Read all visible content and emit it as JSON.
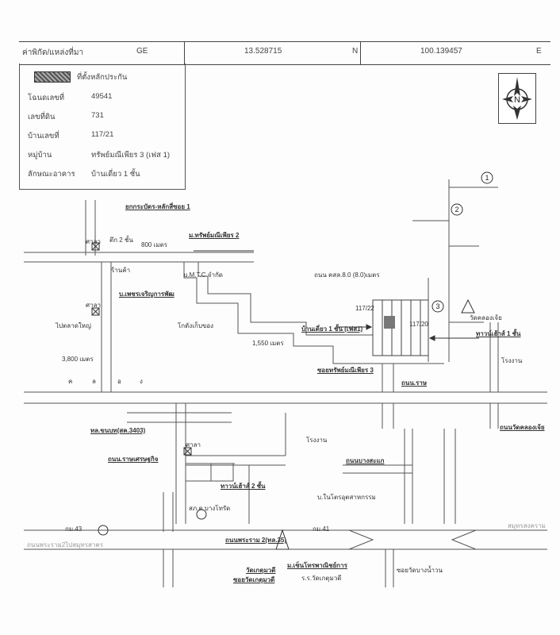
{
  "header": {
    "label": "ค่าพิกัด/แหล่งที่มา",
    "source": "GE",
    "lat": "13.528715",
    "lat_dir": "N",
    "lon": "100.139457",
    "lon_dir": "E"
  },
  "info": {
    "legend": "ที่ตั้งหลักประกัน",
    "rows": [
      {
        "label": "โฉนดเลขที่",
        "value": "49541"
      },
      {
        "label": "เลขที่ดิน",
        "value": "731"
      },
      {
        "label": "บ้านเลขที่",
        "value": "117/21"
      },
      {
        "label": "หมู่บ้าน",
        "value": "ทรัพย์มณีเพียร 3 (เฟส 1)"
      },
      {
        "label": "ลักษณะอาคาร",
        "value": "บ้านเดี่ยว 1 ชั้น"
      }
    ]
  },
  "compass": {
    "letter": "N"
  },
  "labels": {
    "bus_stop_sign": "ยกกระบัตร-หลักสี่ซอย 1",
    "temple1": "ศาลา",
    "bldg2": "ตึก 2 ชั้น",
    "shop": "ร้านค้า",
    "dist800": "800 เมตร",
    "village2": "ม.ทรัพย์มณีเพียร 2",
    "umtc": "u.M.T.C จำกัด",
    "factory": "บ.เพชรเจริญการพัฒ",
    "temple2": "ศาลา",
    "pravat": "ไปตลาดใหญ่",
    "dist3800": "3,800 เมตร",
    "warehouse": "โกดังเก็บของ",
    "dist1550": "1,550 เมตร",
    "road_width": "ถนน คสล.8.0 (8.0)เมตร",
    "house_label": "บ้านเดี่ยว 1 ชั้น (เฟส1)",
    "h1": "117/22",
    "h2": "117/20",
    "temple3": "วัดคลองเจ้ย",
    "shophouse1": "ทาวน์เฮ้าส์ 1 ชั้น",
    "village3": "ซอยทรัพย์มณีเพียร 3",
    "sai_road": "ถนน.ราษ",
    "factory2": "โรงงาน",
    "canal_road": "ถนนวัดคลองเจ้ย",
    "road3403": "ทล.ขนบท(สค.3403)",
    "sala3": "ศาลา",
    "factory3": "โรงงาน",
    "rai_road": "ถนน.ราษเศรษฐกิจ",
    "bangbon": "ถนนบางสะแก",
    "shophouse2": "ทาวน์เฮ้าส์ 2 ชั้น",
    "police": "สภ.ต.บางโทรัด",
    "printing": "บ.ในโตรอุตสาหกรรม",
    "km43": "กม.43",
    "km41": "กม.41",
    "main_road": "ถนนพระราม 2(ทล.35)",
    "temple4": "วัดเกตุมวดี",
    "soi_temple": "ซอยวัดเกตุมวดี",
    "school": "ม.เซ็นโทรพาณิชย์การ",
    "school2": "ร.ร.วัดเกตุมวดี",
    "soi_bang": "ซอยวัดบางน้ำวน",
    "circle1": "1",
    "circle2": "2",
    "circle3": "3",
    "kol1": "ค",
    "kol2": "ล",
    "kol3": "อ",
    "kol4": "ง",
    "left_blur": "ถนนพระราม2ไปสมุทรสาคร",
    "right_blur": "สมุทรสงคราม"
  }
}
